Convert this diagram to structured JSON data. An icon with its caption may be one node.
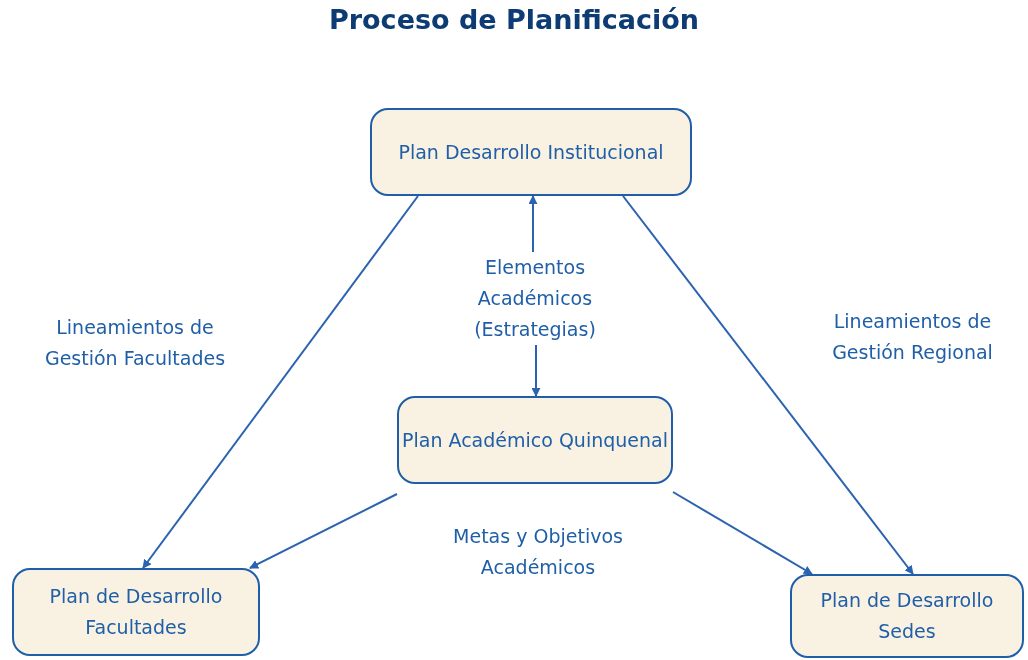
{
  "diagram": {
    "title": "Proceso de Planificación",
    "nodes": [
      {
        "text": [
          "Plan Desarrollo Institucional"
        ]
      },
      {
        "text": [
          "Plan Académico Quinquenal"
        ]
      },
      {
        "text": [
          "Plan de Desarrollo Facultades"
        ]
      },
      {
        "text": [
          "Plan de Desarrollo Sedes"
        ]
      },
      {
        "text": [
          "Elementos Académicos (Estrategias)"
        ]
      }
    ],
    "edges": [
      {
        "from": 4,
        "to": 0,
        "arrow": "to"
      },
      {
        "from": 4,
        "to": 1,
        "arrow": "to"
      },
      {
        "from": 0,
        "to": 2,
        "arrow": "to",
        "label": "Lineamientos de Gestión Facultades"
      },
      {
        "from": 0,
        "to": 3,
        "arrow": "to",
        "label": "Lineamientos de Gestión Regional"
      },
      {
        "from": 1,
        "to": 2,
        "arrow": "to"
      },
      {
        "from": 1,
        "to": 3,
        "arrow": "to"
      }
    ],
    "labels": [
      "Metas y Objetivos Académicos"
    ]
  }
}
